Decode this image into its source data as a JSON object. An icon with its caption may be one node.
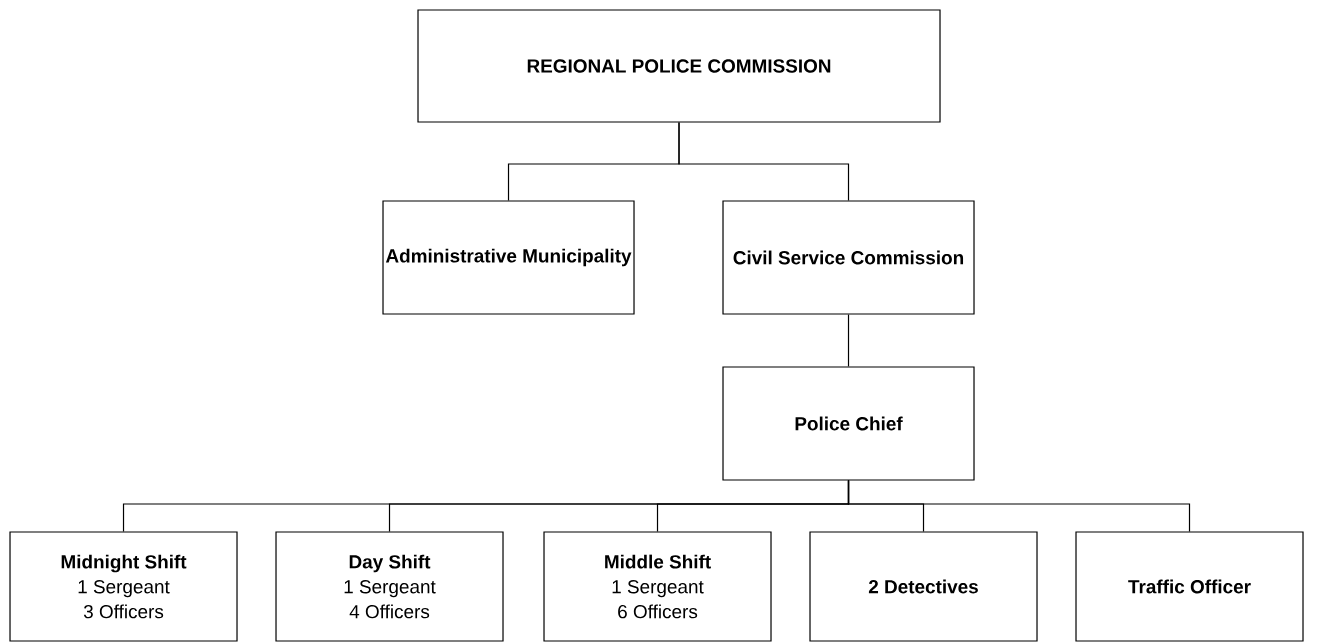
{
  "diagram": {
    "nodes": [
      {
        "text": [
          "REGIONAL POLICE COMMISSION"
        ]
      },
      {
        "text": [
          "Administrative Municipality"
        ]
      },
      {
        "text": [
          "Civil Service Commission"
        ]
      },
      {
        "text": [
          "Police Chief"
        ]
      },
      {
        "text": [
          "Midnight Shift",
          "1 Sergeant",
          "3 Officers"
        ]
      },
      {
        "text": [
          "Day Shift",
          "1 Sergeant",
          "4 Officers"
        ]
      },
      {
        "text": [
          "Middle Shift",
          "1 Sergeant",
          "6 Officers"
        ]
      },
      {
        "text": [
          "2 Detectives"
        ]
      },
      {
        "text": [
          "Traffic Officer"
        ]
      }
    ],
    "edges": [
      {
        "from": 0,
        "to": 1,
        "arrow": "none"
      },
      {
        "from": 0,
        "to": 2,
        "arrow": "none"
      },
      {
        "from": 2,
        "to": 3,
        "arrow": "none"
      },
      {
        "from": 3,
        "to": 4,
        "arrow": "none"
      },
      {
        "from": 3,
        "to": 5,
        "arrow": "none"
      },
      {
        "from": 3,
        "to": 6,
        "arrow": "none"
      },
      {
        "from": 3,
        "to": 7,
        "arrow": "none"
      },
      {
        "from": 3,
        "to": 8,
        "arrow": "none"
      }
    ]
  }
}
